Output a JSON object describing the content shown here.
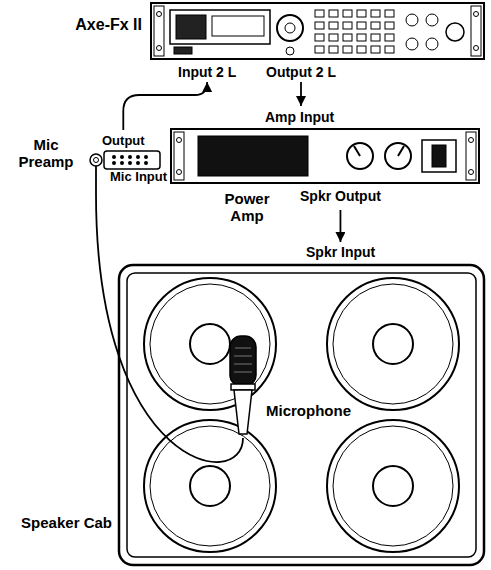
{
  "diagram": {
    "nodes": [
      {
        "text": [
          "Axe-Fx II",
          "Input 2 L",
          "Output 2 L"
        ]
      },
      {
        "text": [
          "Power Amp",
          "Amp Input",
          "Spkr Output"
        ]
      },
      {
        "text": [
          "Mic Preamp",
          "Output",
          "Mic Input"
        ]
      },
      {
        "text": [
          "Speaker Cab",
          "Spkr Input"
        ]
      },
      {
        "text": [
          "Microphone"
        ],
        "in": 3
      }
    ],
    "edges": [
      {
        "from": 0,
        "to": 1,
        "arrow": "to"
      },
      {
        "from": 1,
        "to": 3,
        "arrow": "to"
      },
      {
        "from": 2,
        "to": 0,
        "arrow": "to"
      },
      {
        "from": 4,
        "to": 2,
        "arrow": "none"
      }
    ]
  }
}
